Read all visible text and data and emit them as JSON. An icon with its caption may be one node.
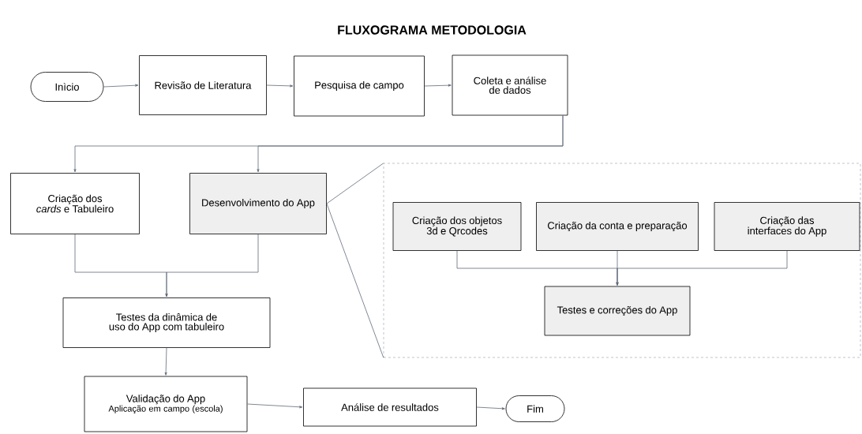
{
  "diagram": {
    "title": "FLUXOGRAMA METODOLOGIA",
    "nodes": [
      {
        "text": [
          "Inìcio"
        ]
      },
      {
        "text": [
          "Revisão de Literatura"
        ]
      },
      {
        "text": [
          "Pesquisa de campo"
        ]
      },
      {
        "text": [
          "Coleta e análise de dados"
        ]
      },
      {
        "text": [
          "Criação dos *cards* e Tabuleiro"
        ]
      },
      {
        "text": [
          "Desenvolvimento do App"
        ]
      },
      {
        "text": [],
        "shape": "box"
      },
      {
        "text": [
          "Criação dos objetos 3d e Qrcodes"
        ],
        "in": 6
      },
      {
        "text": [
          "Criação da conta e preparação"
        ],
        "in": 6
      },
      {
        "text": [
          "Criação das interfaces do App"
        ],
        "in": 6
      },
      {
        "text": [
          "Testes e correções do App"
        ],
        "in": 6
      },
      {
        "text": [
          "Testes da dinâmica de uso do App com tabuleiro"
        ]
      },
      {
        "text": [
          "Validação do App",
          "Aplicação em campo (escola)"
        ]
      },
      {
        "text": [
          "Análise de resultados"
        ]
      },
      {
        "text": [
          "Fim"
        ]
      }
    ],
    "edges": [
      {
        "from": 0,
        "to": 1,
        "arrow": "to"
      },
      {
        "from": 1,
        "to": 2,
        "arrow": "to"
      },
      {
        "from": 2,
        "to": 3,
        "arrow": "to"
      },
      {
        "from": 3,
        "to": 4,
        "arrow": "to"
      },
      {
        "from": 3,
        "to": 5,
        "arrow": "to"
      },
      {
        "from": 5,
        "to": 6,
        "arrow": "none"
      },
      {
        "from": 5,
        "to": 6,
        "arrow": "none"
      },
      {
        "from": 4,
        "to": 11,
        "arrow": "to"
      },
      {
        "from": 5,
        "to": 11,
        "arrow": "to"
      },
      {
        "from": 7,
        "to": 10,
        "arrow": "to"
      },
      {
        "from": 8,
        "to": 10,
        "arrow": "to"
      },
      {
        "from": 9,
        "to": 10,
        "arrow": "to"
      },
      {
        "from": 11,
        "to": 12,
        "arrow": "to"
      },
      {
        "from": 12,
        "to": 13,
        "arrow": "to"
      },
      {
        "from": 13,
        "to": 14,
        "arrow": "to"
      }
    ]
  }
}
